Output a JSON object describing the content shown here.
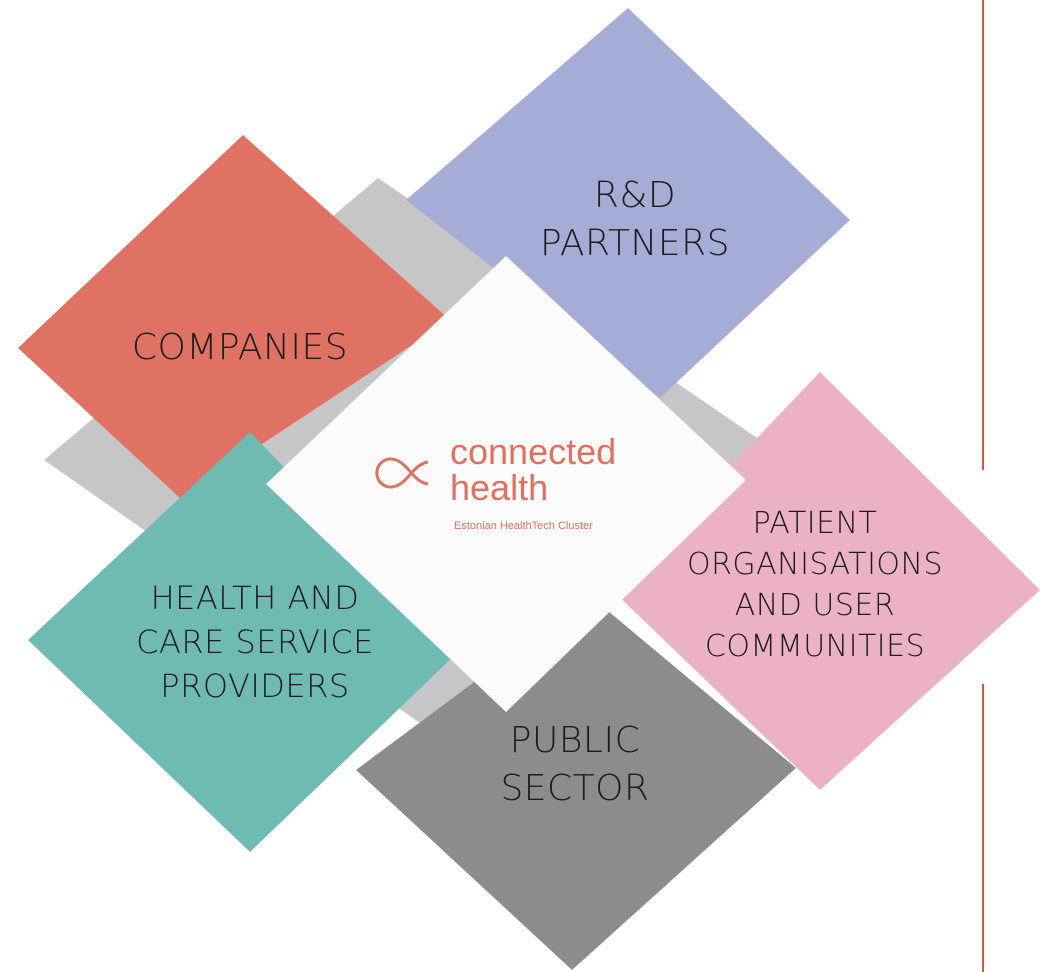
{
  "colors": {
    "companies": "#e07263",
    "rd_partners": "#a5add6",
    "patient": "#ebb2c3",
    "public": "#8c8c8c",
    "health": "#6fbab3",
    "center": "#fbfbfb",
    "gray_bar": "#c6c6c6",
    "accent": "#e07060",
    "divider": "#d9534f"
  },
  "nodes": {
    "rd_partners": [
      "R&D",
      "PARTNERS"
    ],
    "companies": [
      "COMPANIES"
    ],
    "patient": [
      "PATIENT",
      "ORGANISATIONS",
      "AND USER",
      "COMMUNITIES"
    ],
    "health": [
      "HEALTH AND",
      "CARE SERVICE",
      "PROVIDERS"
    ],
    "public": [
      "PUBLIC",
      "SECTOR"
    ]
  },
  "logo": {
    "line1": "connected",
    "line2": "health",
    "subtitle": "Estonian HealthTech Cluster",
    "mark_icon": "cx-infinity-mark-icon"
  }
}
